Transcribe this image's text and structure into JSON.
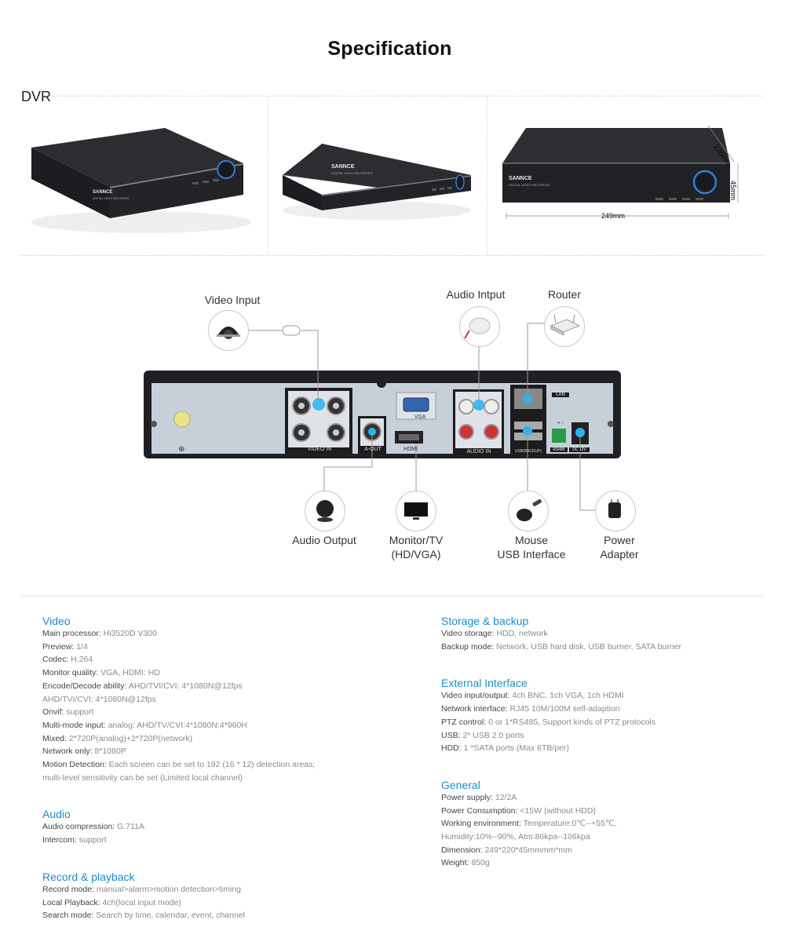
{
  "title": "Specification",
  "dvr_label": "DVR",
  "brand": "SANNCE",
  "brand_subtitle": "DIGITAL VIDEO RECORDER",
  "dimensions": {
    "depth": "220mm",
    "height": "45mm",
    "width": "249mm"
  },
  "connections": {
    "video_input": "Video Input",
    "audio_input": "Audio Intput",
    "router": "Router",
    "audio_output": "Audio Output",
    "monitor_line1": "Monitor/TV",
    "monitor_line2": "(HD/VGA)",
    "mouse_line1": "Mouse",
    "mouse_line2": "USB Interface",
    "power_line1": "Power",
    "power_line2": "Adapter"
  },
  "panel_labels": {
    "video_in": "VIDEO IN",
    "a_out": "A-OUT",
    "vga": "VGA",
    "hdmi": "HDMI",
    "audio_in": "AUDIO IN",
    "lan": "LAN",
    "rs485": "RS485",
    "dc12v": "DC 12V",
    "usb": "USB(BACKUP)",
    "polarity": "+  -"
  },
  "specs": {
    "video": {
      "heading": "Video",
      "lines": [
        {
          "k": "Main processor: ",
          "v": "Hi3520D V300"
        },
        {
          "k": "Preview: ",
          "v": "1/4"
        },
        {
          "k": "Codec: ",
          "v": "H.264"
        },
        {
          "k": "Monitor quality: ",
          "v": "VGA, HDMI: HD"
        },
        {
          "k": "Encode/Decode ability: ",
          "v": "AHD/TVI/CVI:  4*1080N@12fps"
        },
        {
          "k": "",
          "v": "AHD/TVI/CVI:  4*1080N@12fps"
        },
        {
          "k": "Onvif: ",
          "v": "support"
        },
        {
          "k": "Multi-mode input: ",
          "v": "analog: AHD/TV/CVI:4*1080N;4*960H"
        },
        {
          "k": "Mixed: ",
          "v": "2*720P(analog)+2*720P(network)"
        },
        {
          "k": "Network only: ",
          "v": "8*1080P"
        },
        {
          "k": "Motion Detection: ",
          "v": "Each screen can be set to 192 (16 * 12) detection areas;"
        },
        {
          "k": "",
          "v": "multi-level sensitivity can be set (Limited local channel)"
        }
      ]
    },
    "audio": {
      "heading": "Audio",
      "lines": [
        {
          "k": "Audio compression: ",
          "v": "G.711A"
        },
        {
          "k": "Intercom: ",
          "v": "support"
        }
      ]
    },
    "record": {
      "heading": "Record & playback",
      "lines": [
        {
          "k": "Record mode: ",
          "v": "manual>alarm>motion detection>timing"
        },
        {
          "k": "Local Playback: ",
          "v": "4ch(local input mode)"
        },
        {
          "k": "Search mode: ",
          "v": "Search by time, calendar, event, channel"
        }
      ]
    },
    "storage": {
      "heading": "Storage & backup",
      "lines": [
        {
          "k": "Video storage: ",
          "v": "HDD, network"
        },
        {
          "k": "Backup mode: ",
          "v": "Network, USB hard disk, USB burner, SATA burner"
        }
      ]
    },
    "external": {
      "heading": "External Interface",
      "lines": [
        {
          "k": "Video input/output: ",
          "v": "4ch BNC, 1ch VGA, 1ch HDMI"
        },
        {
          "k": "Network interface: ",
          "v": "RJ45 10M/100M self-adaption"
        },
        {
          "k": "PTZ control: ",
          "v": "0 or 1*RS485, Support kinds of PTZ protocols"
        },
        {
          "k": "USB: ",
          "v": "2* USB 2.0 ports"
        },
        {
          "k": "HDD: ",
          "v": "1 *SATA ports (Max 6TB/per)"
        }
      ]
    },
    "general": {
      "heading": "General",
      "lines": [
        {
          "k": "Power supply: ",
          "v": "12/2A"
        },
        {
          "k": "Power Consumption: ",
          "v": "<15W (without HDD)"
        },
        {
          "k": "Working environment: ",
          "v": "Temperature:0℃--+55℃,"
        },
        {
          "k": "",
          "v": "Humidity:10%--90%, Atm:86kpa--106kpa"
        },
        {
          "k": "Dimension: ",
          "v": "249*220*45mmmm*mm"
        },
        {
          "k": "Weight: ",
          "v": "850g"
        }
      ]
    }
  }
}
